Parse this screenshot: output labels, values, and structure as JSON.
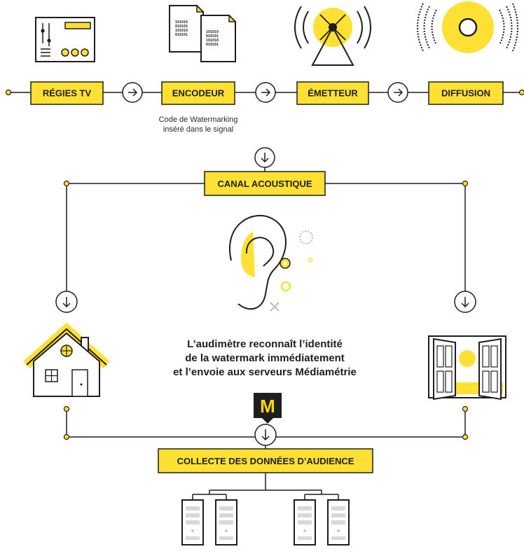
{
  "colors": {
    "accent": "#ffe033",
    "ink": "#1e1e1e"
  },
  "pipeline": {
    "regies": "RÉGIES TV",
    "encodeur": "ENCODEUR",
    "emetteur": "ÉMETTEUR",
    "diffusion": "DIFFUSION"
  },
  "encoder_note": {
    "line1": "Code de Watermarking",
    "line2": "inséré dans le signal"
  },
  "binary": {
    "line1": "101010",
    "line2": "010101"
  },
  "acoustic": "CANAL ACOUSTIQUE",
  "statement": {
    "line1": "L’audimètre reconnaît l’identité",
    "line2": "de la watermark immédiatement",
    "line3": "et l’envoie aux serveurs Médiamétrie"
  },
  "logo_letter": "M",
  "collect": "COLLECTE DES DONNÉES D’AUDIENCE",
  "icons": [
    "control-panel-icon",
    "documents-icon",
    "antenna-icon",
    "broadcast-disc-icon",
    "ear-icon",
    "house-icon",
    "window-icon",
    "mediametrie-logo-icon",
    "server-icon",
    "arrow-right-icon",
    "arrow-down-icon"
  ]
}
